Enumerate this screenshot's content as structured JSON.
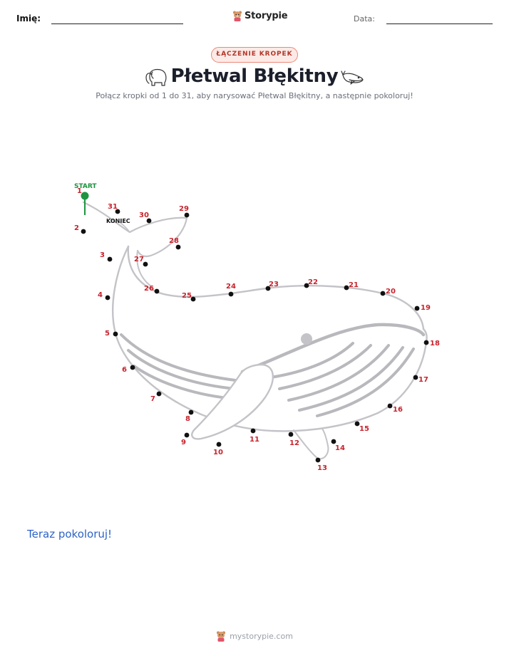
{
  "header": {
    "name_label": "Imię:",
    "date_label": "Data:",
    "brand": "Storypie"
  },
  "badge": "ŁĄCZENIE KROPEK",
  "title": "Płetwal Błękitny",
  "subtitle": "Połącz kropki od 1 do 31, aby narysować Płetwal Błękitny, a następnie pokoloruj!",
  "start_label": "START",
  "end_label": "KONIEC",
  "cta": "Teraz pokoloruj!",
  "footer": "mystorypie.com",
  "icons": {
    "left": "elephant-icon",
    "right": "whale-icon",
    "brand": "bear-mascot-icon"
  },
  "colors": {
    "dot": "#111111",
    "number": "#c8232c",
    "start": "#1e9440",
    "outline": "#c3c3c8",
    "badge_border": "#e9897a",
    "badge_text": "#b0372a",
    "cta": "#2d63c8"
  },
  "dots": [
    {
      "n": "1"
    },
    {
      "n": "2"
    },
    {
      "n": "3"
    },
    {
      "n": "4"
    },
    {
      "n": "5"
    },
    {
      "n": "6"
    },
    {
      "n": "7"
    },
    {
      "n": "8"
    },
    {
      "n": "9"
    },
    {
      "n": "10"
    },
    {
      "n": "11"
    },
    {
      "n": "12"
    },
    {
      "n": "13"
    },
    {
      "n": "14"
    },
    {
      "n": "15"
    },
    {
      "n": "16"
    },
    {
      "n": "17"
    },
    {
      "n": "18"
    },
    {
      "n": "19"
    },
    {
      "n": "20"
    },
    {
      "n": "21"
    },
    {
      "n": "22"
    },
    {
      "n": "23"
    },
    {
      "n": "24"
    },
    {
      "n": "25"
    },
    {
      "n": "26"
    },
    {
      "n": "27"
    },
    {
      "n": "28"
    },
    {
      "n": "29"
    },
    {
      "n": "30"
    },
    {
      "n": "31"
    }
  ]
}
